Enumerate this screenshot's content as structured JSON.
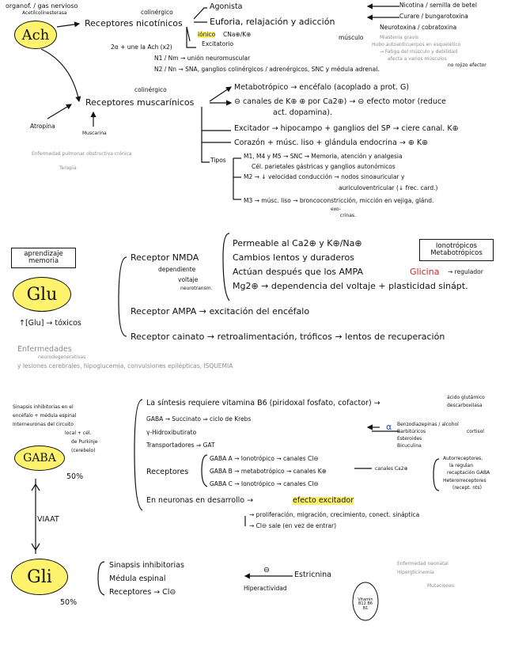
{
  "ach": {
    "node": "Ach",
    "top_note": "organof. / gas nervioso",
    "top_note2": "Acetilcolinesterasa",
    "nic": {
      "colinergico": "colinérgico",
      "receptores": "Receptores nicotínicos",
      "agonista": "Agonista",
      "euforia": "Euforia, relajación y adicción",
      "ionico": "iónico",
      "cations": "CNa⊕/K⊕",
      "excitatorio": "Excitatorio",
      "musculo": "músculo",
      "nicotina": "Nicotina / semilla de betel",
      "curare": "Curare / bungarotoxina",
      "neurotoxina": "Neurotoxina / cobratoxina",
      "miastenia1": "Miastenia gravis",
      "miastenia2": "Hubo autoanticuerpos en esquelético",
      "miastenia3": "→ Fatiga del músculo y debilidad",
      "miastenia4": "afecta a varios músculos",
      "no_rojo": "no rojizo efector",
      "sub1": "2α + une la Ach (x2)",
      "sub2": "N1 / Nm → unión neuromuscular",
      "sub3": "N2 / Nn → SNA, ganglios colinérgicos / adrenérgicos, SNC y médula adrenal."
    },
    "musc": {
      "colinergico": "colinérgico",
      "receptores": "Receptores muscarínicos",
      "metabotropico": "Metabotrópico → encéfalo (acoplado a prot. G)",
      "canales": "⊖ canales de K⊕ ⊕ por Ca2⊕) → ⊖ efecto motor (reduce",
      "act_dop": "act. dopamina).",
      "excitador": "Excitador → hipocampo + ganglios del SP → ciere canal. K⊕",
      "corazon": "Corazón + músc. liso + glándula endocrina → ⊕ K⊕",
      "tipos": "Tipos",
      "m1": "M1, M4 y M5 → SNC → Memoria, atención y analgesia",
      "m1b": "Cél. parietales gástricas y ganglios autonómicos",
      "m2": "M2 → ↓ velocidad conducción → nodos sinoauricular y",
      "m2b": "auriculoventricular (↓ frec. card.)",
      "m3": "M3 → músc. liso → broncoconstricción, micción en vejiga, glánd.",
      "m3b": "exo-",
      "m3c": "crinas.",
      "atropina": "Atropina",
      "muscarina": "Muscarina",
      "enfermedad": "Enfermedad pulmonar obstructiva crónica",
      "terapia": "Terapia"
    }
  },
  "glu": {
    "node": "Glu",
    "box": "aprendizaje memoria",
    "nmda": "Receptor NMDA",
    "dependiente": "dependiente",
    "voltaje": "voltaje",
    "neurotransm": "neurotransm.",
    "b1": "Permeable al Ca2⊕ y K⊕/Na⊕",
    "b2": "Cambios lentos y duraderos",
    "b3": "Actúan después que los AMPA",
    "glicina": "Glicina",
    "regulador": "→ regulador",
    "b4": "Mg2⊕ → dependencia del voltaje + plasticidad sinápt.",
    "ionotropicos": "Ionotrópicos Metabotrópicos",
    "ampa": "Receptor AMPA → excitación del encéfalo",
    "cainato": "Receptor cainato → retroalimentación, tróficos → lentos de recuperación",
    "toxicos": "↑[Glu] → tóxicos",
    "enf1": "Enfermedades",
    "enf2": "neurodegenerativas",
    "enf3": "y lesiones cerebrales, hipoglucemia, convulsiones epilépticas, ISQUEMIA"
  },
  "gaba": {
    "node": "GABA",
    "pct": "50%",
    "vi1": "Sinapsis inhibitorias en el",
    "vi2": "encéfalo + médula espinal",
    "vi3": "Interneuronas del circuito",
    "vi4": "local + cél.",
    "vi5": "de Purkinje",
    "vi6": "(cerebelo)",
    "l1": "La síntesis requiere vitamina B6 (piridoxal fosfato, cofactor) →",
    "l1b": "ácido glutámico",
    "l1c": "descarboxilasa",
    "l2": "GABA → Succinato ⇒ ciclo de Krebs",
    "l3": "γ-Hidroxibutirato",
    "l4": "Transportadores ⇒ GAT",
    "r": "Receptores",
    "ra": "GABA A → Ionotrópico → canales Cl⊖",
    "rb": "GABA B → metabotrópico → canales K⊕",
    "rc": "GABA C → Ionotrópico → canales Cl⊖",
    "ca": "canales Ca2⊕",
    "auto1": "Autorreceptores,",
    "auto2": "la regulan",
    "auto3": "recaptación GABA",
    "auto4": "Heterorreceptores",
    "auto5": "(recept. nts)",
    "alpha": "α",
    "bz1": "Benzodiazepinas / alcohol",
    "bz2": "Barbitúricos",
    "bz3": "Esteroides",
    "bz4": "Bicuculina",
    "cortisol": "cortisol",
    "neuron": "En neuronas en desarrollo →",
    "efecto": "efecto excitador",
    "prolif": "→ proliferación, migración, crecimiento, conect. sináptica",
    "cl": "→ Cl⊖ sale (en vez de entrar)",
    "viaat": "VIAAT"
  },
  "gli": {
    "node": "Gli",
    "pct": "50%",
    "b1": "Sinapsis inhibitorias",
    "b2": "Médula espinal",
    "b3": "Receptores → Cl⊖",
    "theta": "⊖",
    "estricnina": "Estricnina",
    "hiper": "Hiperactividad",
    "enf1": "Enfermedad neonatal",
    "enf2": "Hiperglicinemia",
    "enf3": "Mutaciones",
    "oval_text": "Vitamin B12 B6 B1"
  }
}
